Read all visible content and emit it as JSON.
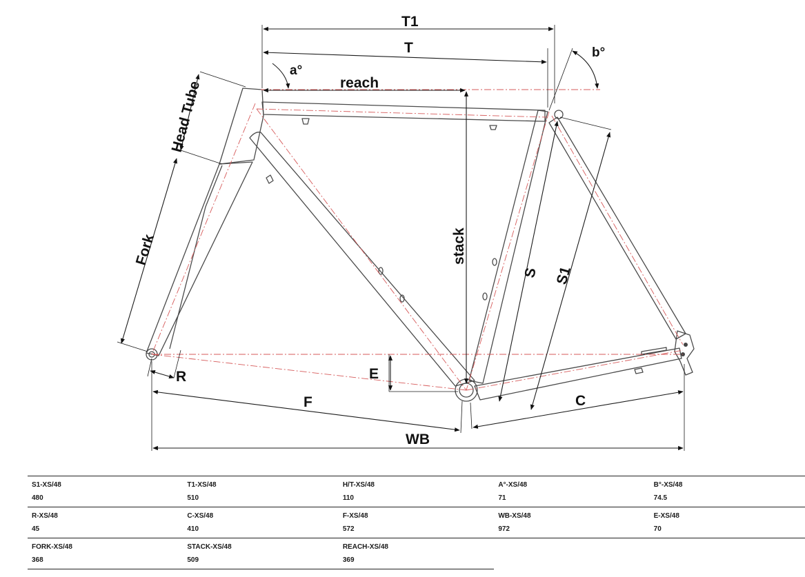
{
  "diagram_labels": {
    "t1": "T1",
    "t": "T",
    "reach": "reach",
    "a": "a°",
    "b": "b°",
    "head_tube": "Head Tube",
    "fork": "Fork",
    "stack": "stack",
    "s": "S",
    "s1": "S1",
    "e": "E",
    "r": "R",
    "f": "F",
    "c": "C",
    "wb": "WB"
  },
  "geometry_table": {
    "rows": [
      [
        {
          "label": "S1-XS/48",
          "value": "480"
        },
        {
          "label": "T1-XS/48",
          "value": "510"
        },
        {
          "label": "H/T-XS/48",
          "value": "110"
        },
        {
          "label": "A°-XS/48",
          "value": "71"
        },
        {
          "label": "B°-XS/48",
          "value": "74.5"
        }
      ],
      [
        {
          "label": "R-XS/48",
          "value": "45"
        },
        {
          "label": "C-XS/48",
          "value": "410"
        },
        {
          "label": "F-XS/48",
          "value": "572"
        },
        {
          "label": "WB-XS/48",
          "value": "972"
        },
        {
          "label": "E-XS/48",
          "value": "70"
        }
      ],
      [
        {
          "label": "FORK-XS/48",
          "value": "368"
        },
        {
          "label": "STACK-XS/48",
          "value": "509"
        },
        {
          "label": "REACH-XS/48",
          "value": "369"
        }
      ]
    ]
  }
}
